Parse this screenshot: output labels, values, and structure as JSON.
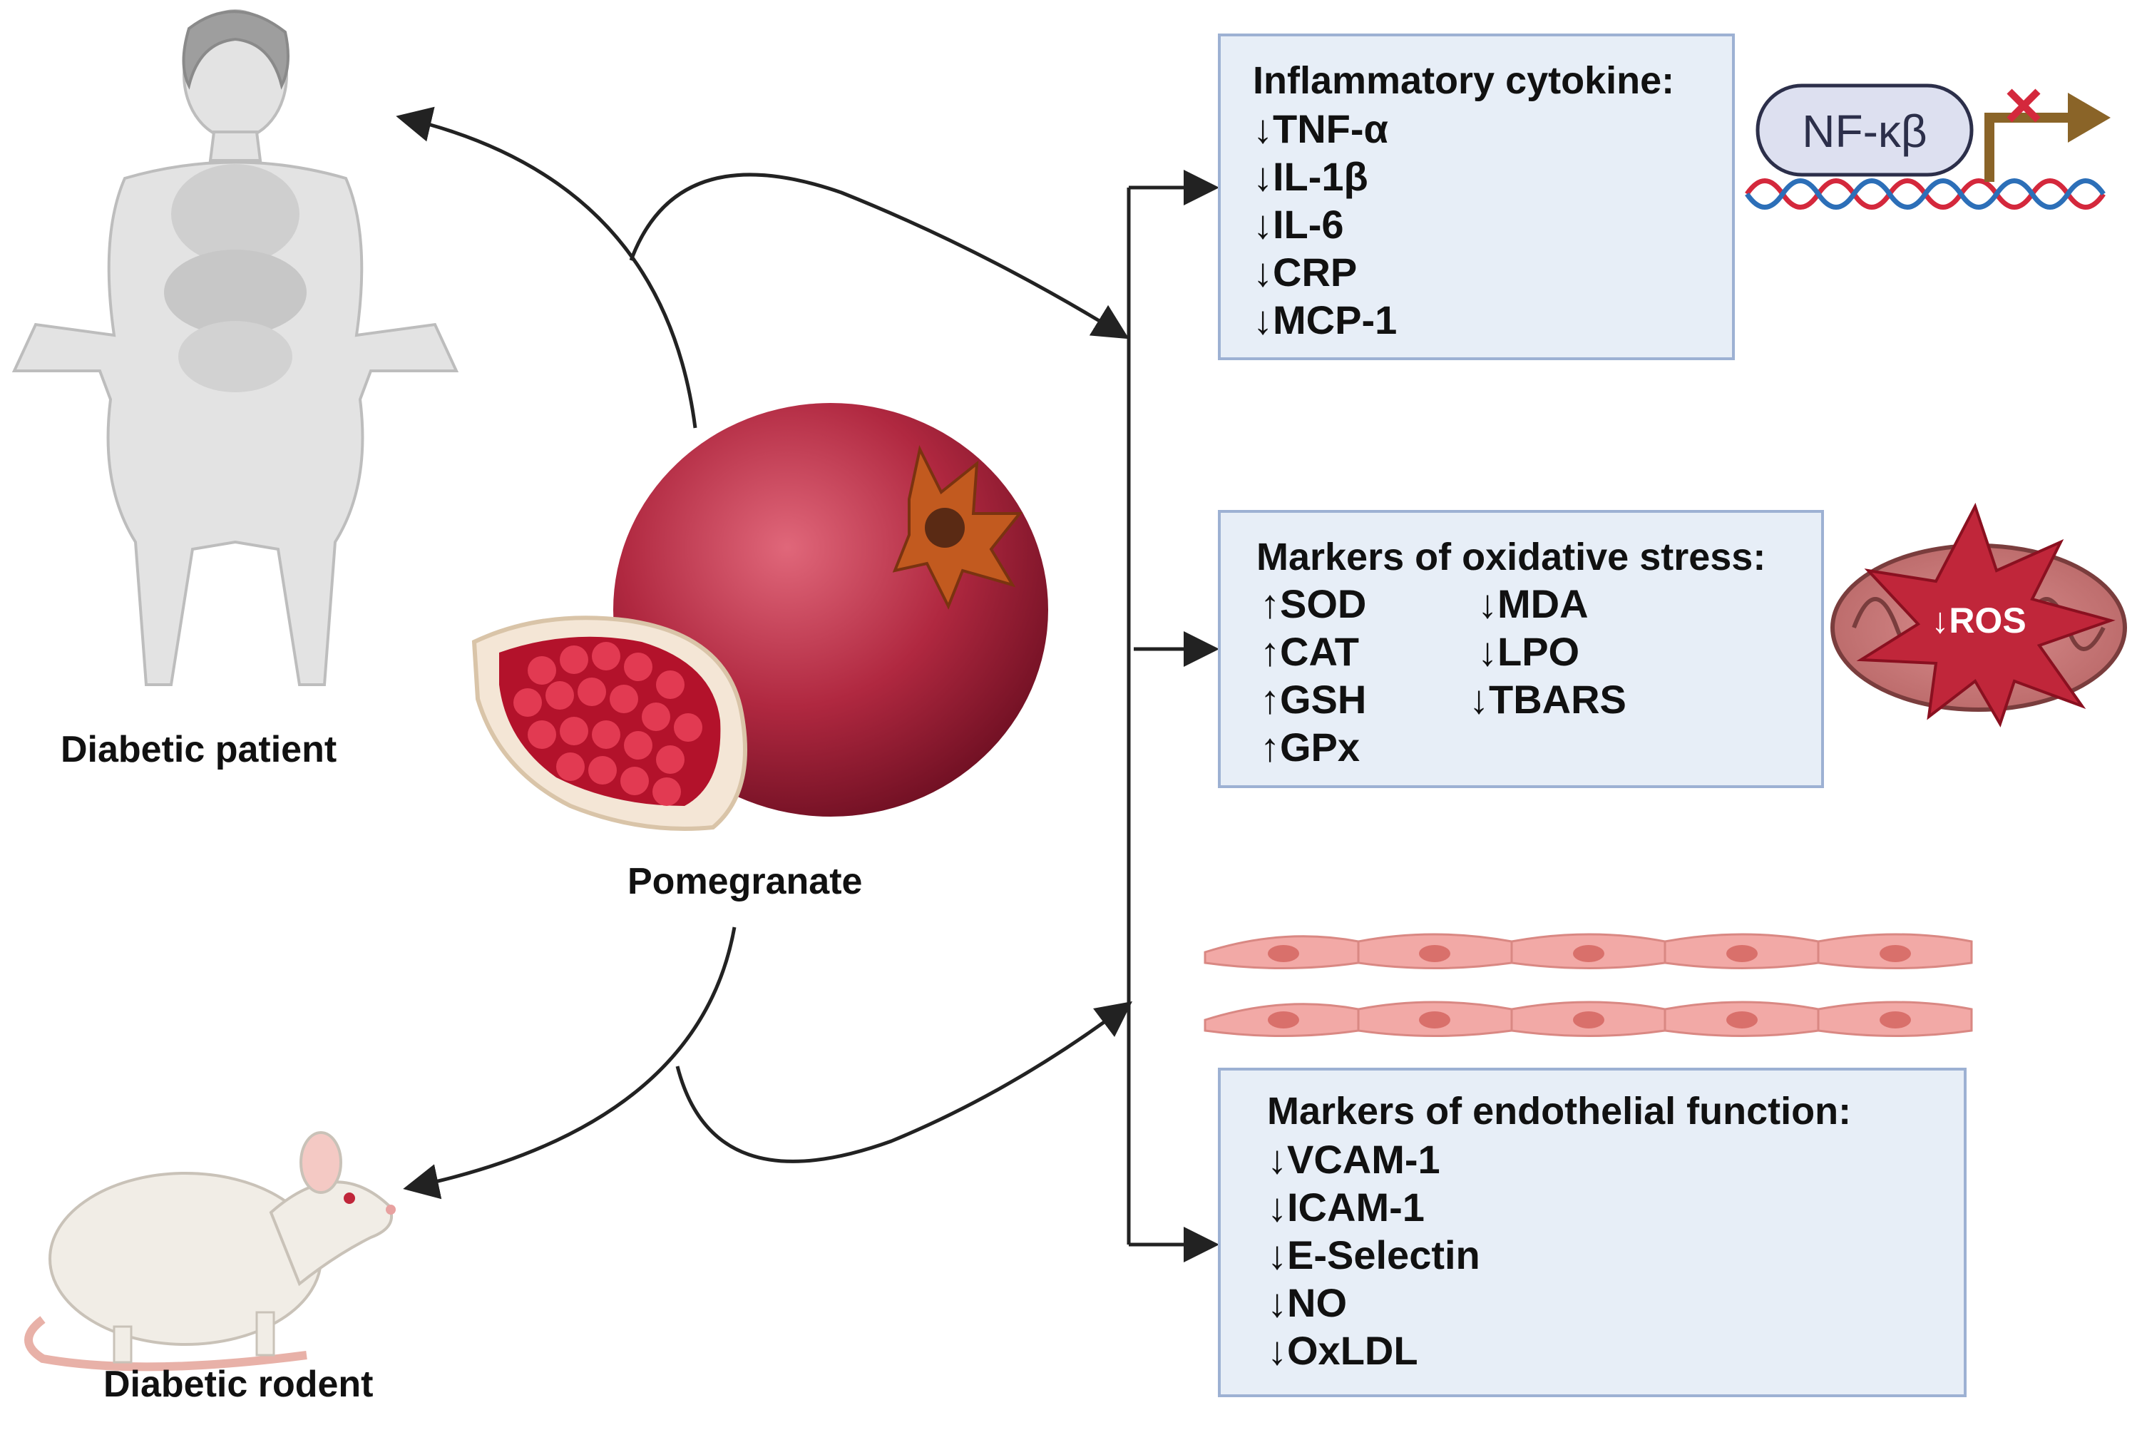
{
  "labels": {
    "diabetic_patient": "Diabetic patient",
    "pomegranate": "Pomegranate",
    "diabetic_rodent": "Diabetic rodent"
  },
  "inflammatory": {
    "title": "Inflammatory cytokine:",
    "items": [
      "↓TNF-α",
      "↓IL-1β",
      "↓IL-6",
      "↓CRP",
      "↓MCP-1"
    ]
  },
  "nfkb": {
    "label": "NF-κβ"
  },
  "oxidative": {
    "title": "Markers of oxidative stress:",
    "left_items": [
      "↑SOD",
      "↑CAT",
      "↑GSH",
      "↑GPx"
    ],
    "right_items": [
      "↓MDA",
      "↓LPO",
      "↓TBARS"
    ]
  },
  "ros": {
    "label": "↓ROS"
  },
  "endothelial": {
    "title": "Markers of endothelial function:",
    "items": [
      "↓VCAM-1",
      "↓ICAM-1",
      "↓E-Selectin",
      "↓NO",
      "↓OxLDL"
    ]
  },
  "colors": {
    "box_fill": "#e7eef7",
    "box_border": "#9db1d3",
    "pomegranate": "#a8213a",
    "ros_star": "#c0263a",
    "endothelial_cell": "#f2a9a6"
  }
}
